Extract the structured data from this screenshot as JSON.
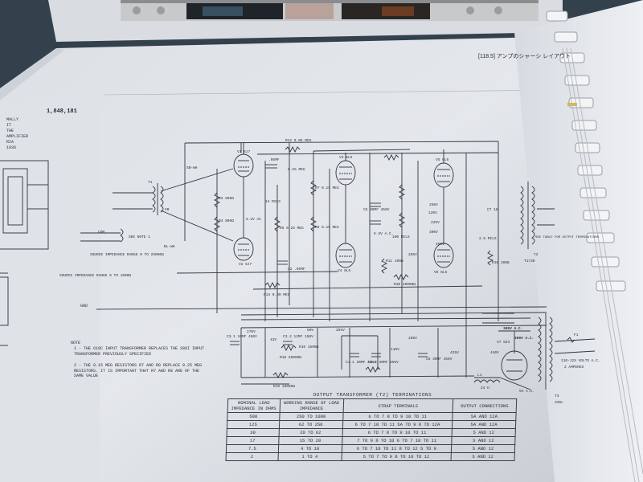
{
  "page": {
    "caption_jp": "[118.5] アンプのシャーシ レイアウト",
    "patent_no": "1,848,181",
    "left_fragments": [
      "MALLY",
      "IT",
      "THE",
      "AMPLIFIER",
      "RIA",
      "1936"
    ]
  },
  "schematic": {
    "tubes": [
      "V1 6J7",
      "V2 6J7",
      "V3 6L6",
      "V4 6L6",
      "V5 6L6",
      "V6 6L6",
      "V7 5Z3"
    ],
    "resistor_labels": [
      "R12 0.05 MEG",
      "0.25 MEG",
      "R7 0.15 MEG",
      "R8 0.15 MEG",
      "R6 0.25 MEG",
      "R3 800Ω",
      "R4 800Ω",
      "R10 10000Ω",
      "R14 0.30 MEG",
      "R11 100Ω",
      "R15 100Ω",
      "R18 20000Ω",
      "R16 1500Ω",
      "R19 10000Ω"
    ],
    "misc_labels": [
      "SB-WH",
      "BL-WH",
      "GR",
      "SEE NOTE 1",
      "6.3V AC",
      "14 MILS",
      "100 MILS",
      "2.5 MILS",
      "250V",
      "225V",
      "285V",
      "105V",
      "110V",
      "120V",
      "300V",
      "350V",
      "425V",
      "440V",
      "270V",
      "293V",
      "43V",
      "60V",
      "6.3V A.C.",
      "365V A.C.",
      "369V A.C.",
      "5V A.C.",
      "110-125 VOLTS A.C.",
      "2 AMPERES",
      "GND",
      "COM",
      "T1",
      "T2",
      "T3",
      "L1",
      "24 H",
      "F1",
      "T1730",
      "335L",
      "SEE TABLE FOR OUTPUT TERMINATIONS"
    ],
    "source_notes": [
      "SOURCE IMPEDANCE RANGE 0 TO 25000Ω",
      "SOURCE IMPEDANCE RANGE 0 TO 1000Ω"
    ],
    "capacitors": [
      "C3.1 10MF 450V",
      "C3.2 12MF 150V",
      "C4.1 30MF 450V",
      "C4.2 30MF 450V",
      "C5 30MF 450V",
      "C6 30MF 450V",
      "C2 .05MF",
      ".05MF",
      "C7 16"
    ]
  },
  "notes": {
    "heading": "NOTE",
    "items": [
      "1 - THE 618C INPUT TRANSFORMER REPLACES THE 288I INPUT TRANSFORMER PREVIOUSLY SPECIFIED",
      "2 - THE 0.15 MEG RESISTORS R7 AND R8 REPLACE 0.25 MEG RESISTORS. IT IS IMPORTANT THAT R7 AND R8 ARE OF THE SAME VALUE"
    ]
  },
  "table": {
    "title": "OUTPUT TRANSFORMER (T2) TERMINATIONS",
    "headers": [
      "NOMINAL LOAD IMPEDANCE IN OHMS",
      "WORKING RANGE OF LOAD IMPEDANCE",
      "STRAP TERMINALS",
      "OUTPUT CONNECTIONS"
    ],
    "rows": [
      [
        "500",
        "250 TO 1000",
        "6 TO 7   8 TO 9   10 TO 11",
        "5A AND 12A"
      ],
      [
        "125",
        "62 TO 250",
        "6 TO 7  10 TO 11  5A TO 9  8 TO 12A",
        "5A AND 12A"
      ],
      [
        "30",
        "20 TO 62",
        "6 TO 7   8 TO 9   10 TO 11",
        "5 AND 12"
      ],
      [
        "17",
        "15 TO 20",
        "7 TO 9   8 TO 10  6 TO 7  10 TO 11",
        "5 AND 12"
      ],
      [
        "7.5",
        "4 TO 10",
        "6 TO 7  10 TO 11  8 TO 12  5 TO 9",
        "5 AND 12"
      ],
      [
        "2",
        "1 TO 4",
        "5 TO 7 TO 9  8 TO 10 TO 12",
        "5 AND 12"
      ]
    ]
  }
}
